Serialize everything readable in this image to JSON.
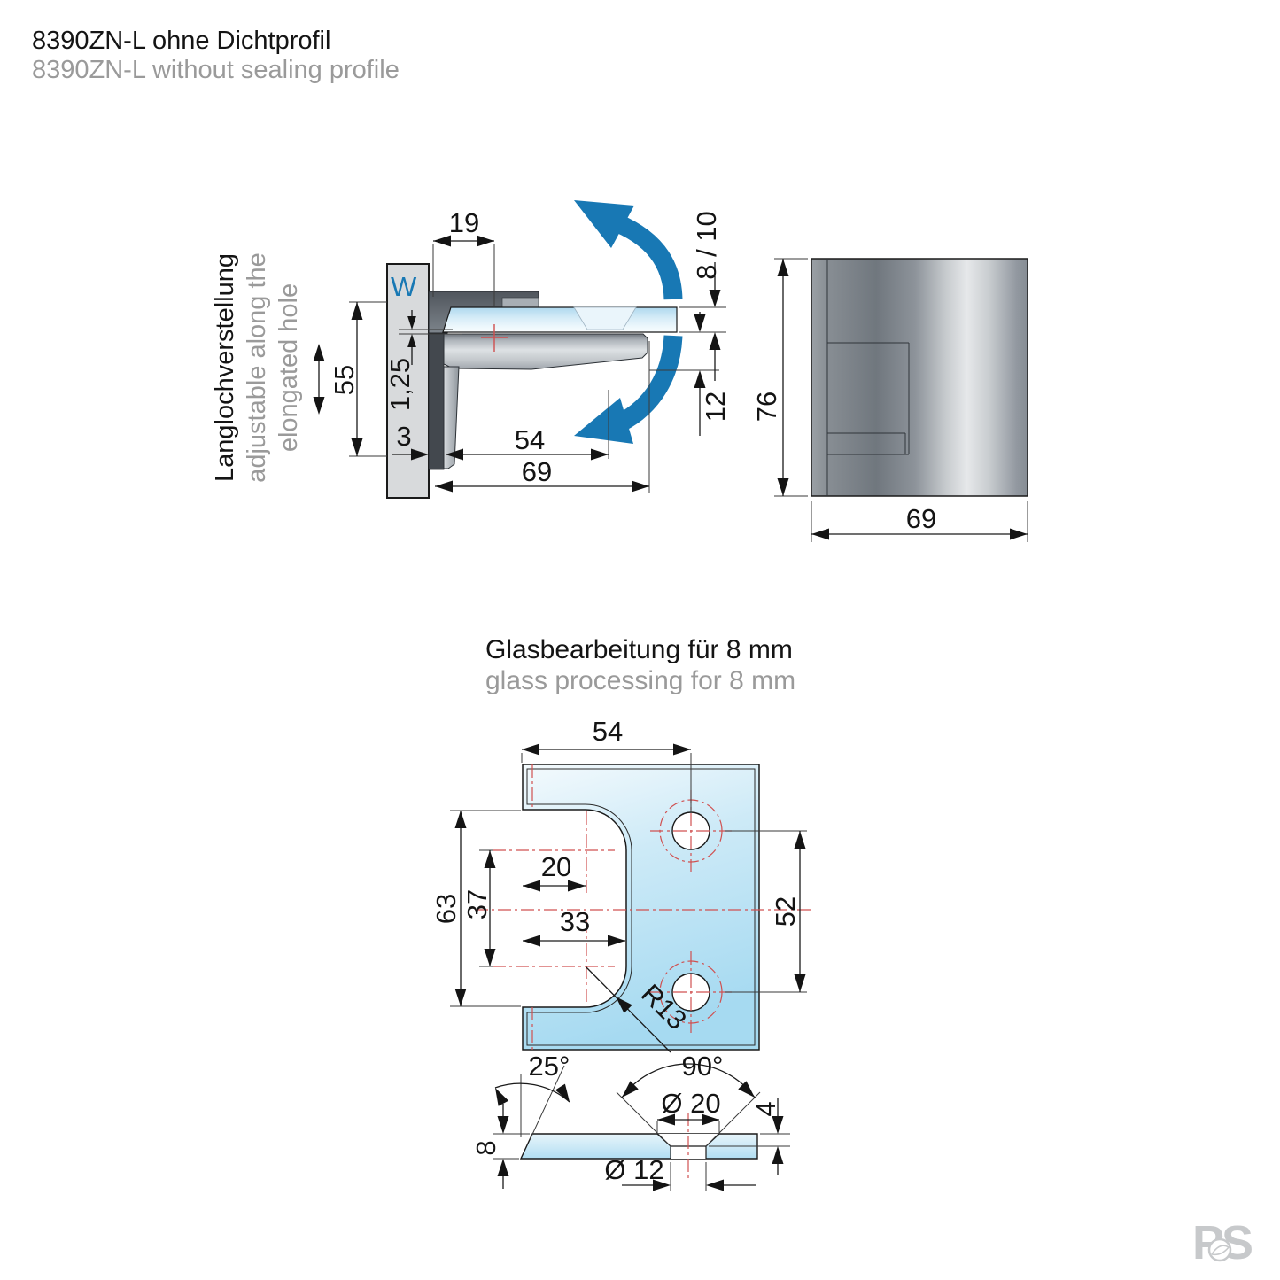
{
  "header": {
    "title_de": "8390ZN-L ohne Dichtprofil",
    "title_en": "8390ZN-L without sealing profile"
  },
  "side_label": {
    "de": "Langlochverstellung",
    "en_line1": "adjustable along the",
    "en_line2": "elongated hole"
  },
  "section2": {
    "title_de": "Glasbearbeitung für 8 mm",
    "title_en": "glass processing for 8 mm"
  },
  "side_view": {
    "wall_label": "W",
    "dim_19": "19",
    "dim_8_10": "8 / 10",
    "dim_55": "55",
    "dim_1_25": "1,25",
    "dim_3": "3",
    "dim_54": "54",
    "dim_69": "69",
    "dim_12": "12"
  },
  "front_view": {
    "dim_76": "76",
    "dim_69": "69"
  },
  "glass_view": {
    "dim_54": "54",
    "dim_63": "63",
    "dim_37": "37",
    "dim_20": "20",
    "dim_33": "33",
    "dim_52": "52",
    "radius": "R13"
  },
  "profile_view": {
    "angle_bevel": "25°",
    "angle_countersink": "90°",
    "dia_countersink": "Ø 20",
    "dim_4": "4",
    "dim_8": "8",
    "dia_hole": "Ø 12"
  },
  "logo": "PS",
  "colors": {
    "accent_blue": "#1878b4",
    "centerline_red": "#d05050",
    "glass_blue": "#a9dcf2",
    "muted_text": "#9a9a9a"
  }
}
